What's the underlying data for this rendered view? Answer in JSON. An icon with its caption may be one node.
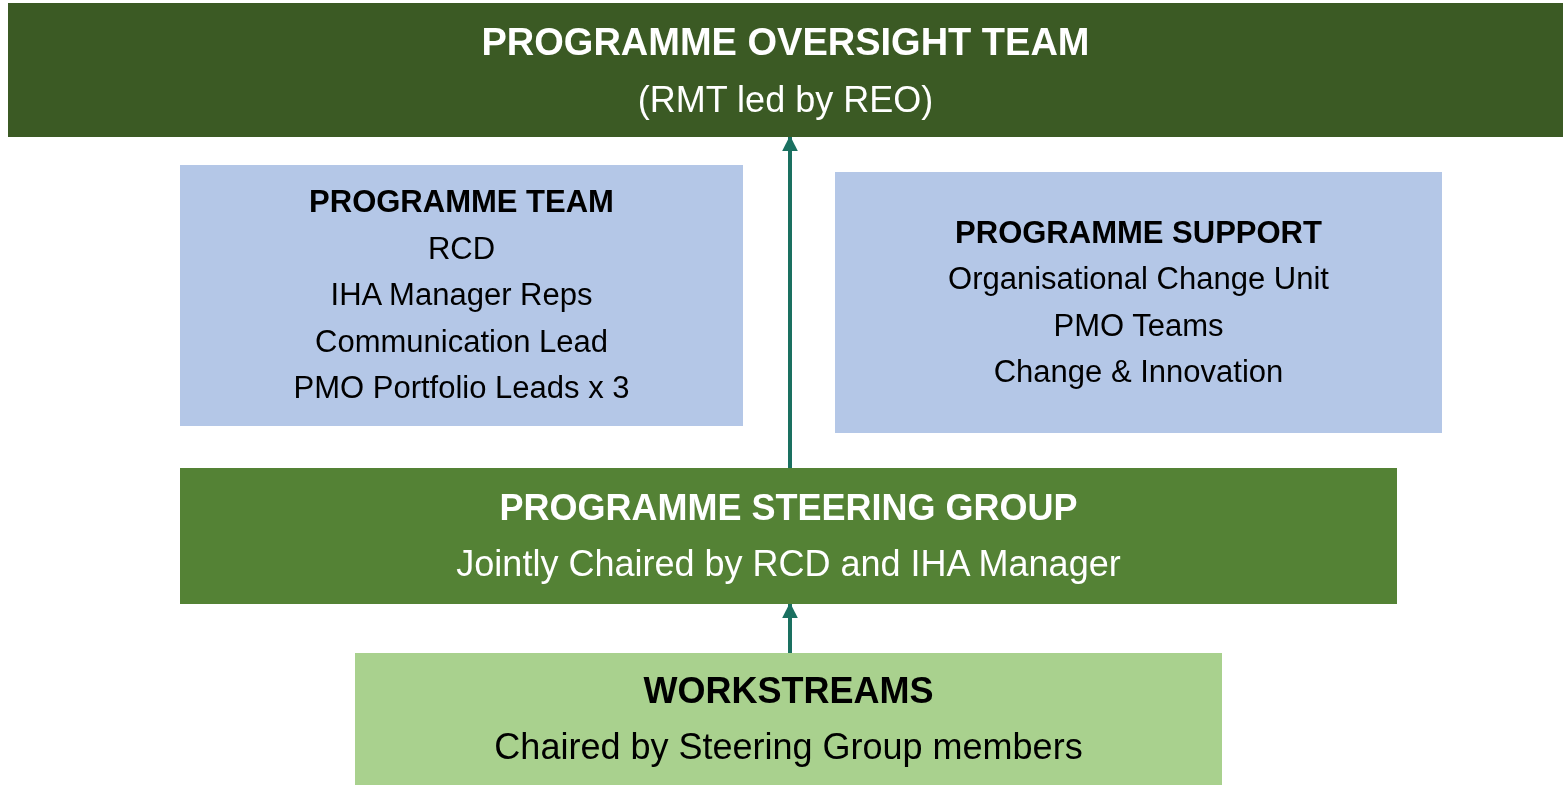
{
  "diagram": {
    "nodes": [
      {
        "text": [
          "PROGRAMME OVERSIGHT TEAM",
          "(RMT led by REO)"
        ]
      },
      {
        "text": [
          "PROGRAMME TEAM",
          "RCD",
          "IHA Manager Reps",
          "Communication Lead",
          "PMO Portfolio Leads x 3"
        ]
      },
      {
        "text": [
          "PROGRAMME SUPPORT",
          "Organisational Change Unit",
          "PMO Teams",
          "Change & Innovation"
        ]
      },
      {
        "text": [
          "PROGRAMME STEERING GROUP",
          "Jointly Chaired by RCD and IHA Manager"
        ]
      },
      {
        "text": [
          "WORKSTREAMS",
          "Chaired by Steering Group members"
        ]
      }
    ],
    "edges": [
      {
        "from": 3,
        "to": 0,
        "arrow": "to"
      },
      {
        "from": 4,
        "to": 3,
        "arrow": "to"
      }
    ]
  }
}
